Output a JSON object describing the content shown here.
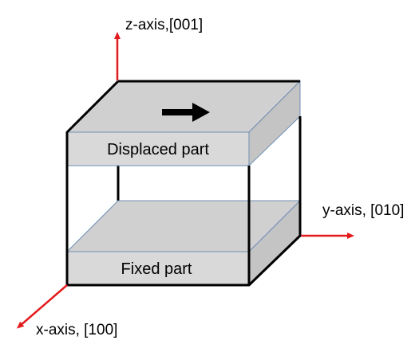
{
  "diagram": {
    "axes": {
      "z_label": "z-axis,[001]",
      "y_label": "y-axis, [010]",
      "x_label": "x-axis, [100]",
      "color": "#e31a1c"
    },
    "parts": {
      "displaced_label": "Displaced part",
      "fixed_label": "Fixed part"
    },
    "colors": {
      "slab_front": "#d9d9d9",
      "slab_top": "#d0d0d0",
      "slab_side": "#c4c4c4",
      "edge_light": "#6f8fb5",
      "frame": "#000000"
    },
    "displacement_arrow": "right-arrow-icon"
  }
}
